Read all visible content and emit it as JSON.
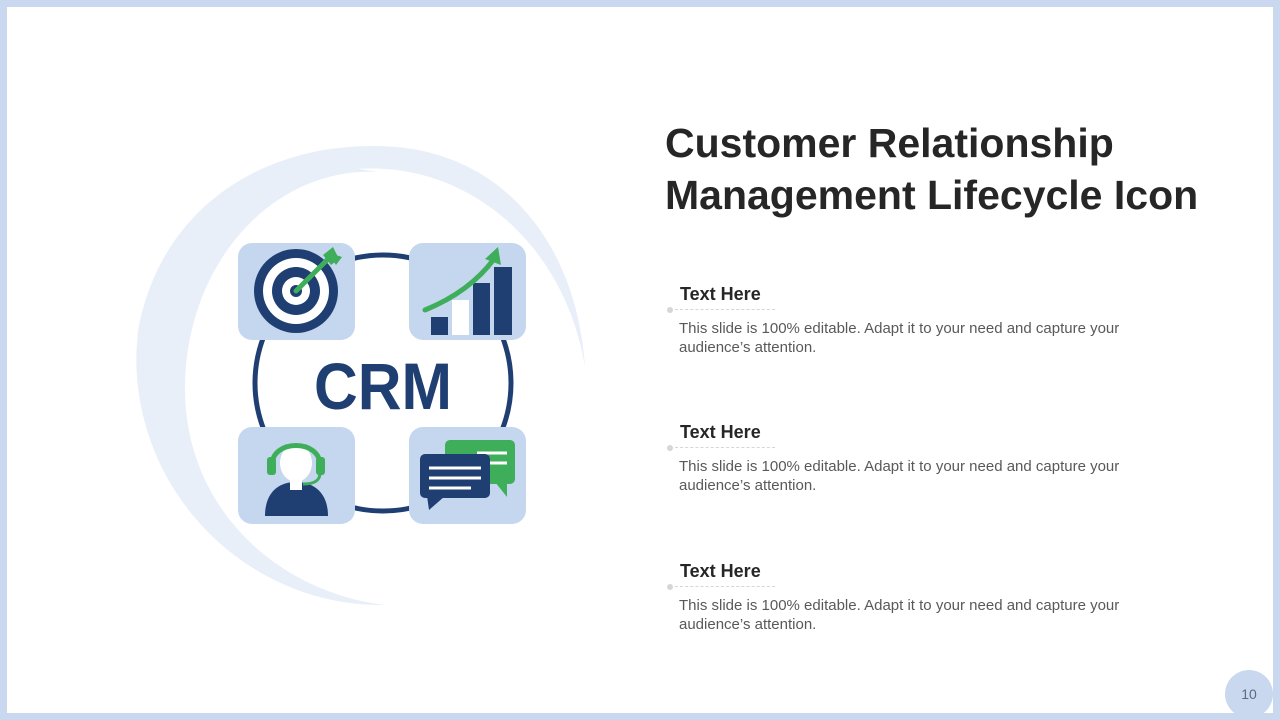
{
  "slide": {
    "title": "Customer Relationship Management Lifecycle Icon",
    "center_label": "CRM",
    "page_number": "10",
    "items": [
      {
        "heading": "Text Here",
        "body": "This slide is 100% editable. Adapt it to your need and capture your audience’s attention."
      },
      {
        "heading": "Text Here",
        "body": "This slide is 100% editable. Adapt it to your need and capture your audience’s attention."
      },
      {
        "heading": "Text Here",
        "body": "This slide is 100% editable. Adapt it to your need and capture your audience’s attention."
      }
    ]
  },
  "icons": [
    "target-icon",
    "growth-chart-icon",
    "customer-support-icon",
    "chat-bubbles-icon"
  ],
  "colors": {
    "navy": "#1f3f73",
    "green": "#3fae5a",
    "tile": "#c5d6ef",
    "swoosh": "#e9eff9",
    "border": "#c9d8ef"
  }
}
